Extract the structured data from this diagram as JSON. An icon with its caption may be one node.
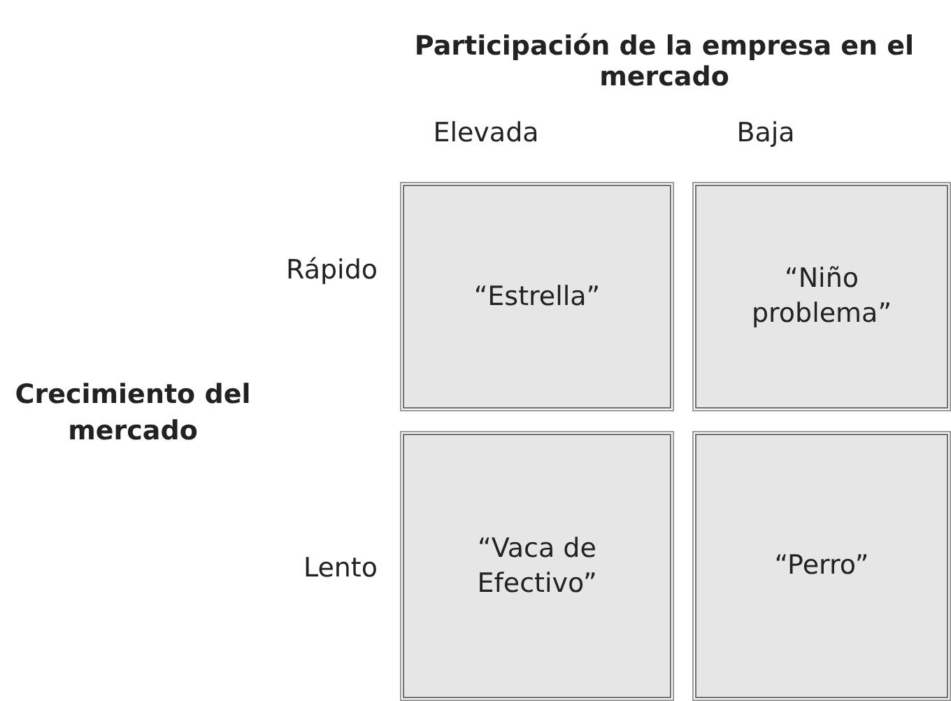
{
  "diagram": {
    "title": "Participación de la empresa en el mercado",
    "nodes": [
      {
        "text": [
          "“Estrella”"
        ]
      },
      {
        "text": [
          "“Niño problema”"
        ]
      },
      {
        "text": [
          "“Vaca de Efectivo”"
        ]
      },
      {
        "text": [
          "“Perro”"
        ]
      }
    ],
    "labels": [
      "Elevada",
      "Baja",
      "Rápido",
      "Crecimiento del mercado",
      "Lento"
    ]
  }
}
